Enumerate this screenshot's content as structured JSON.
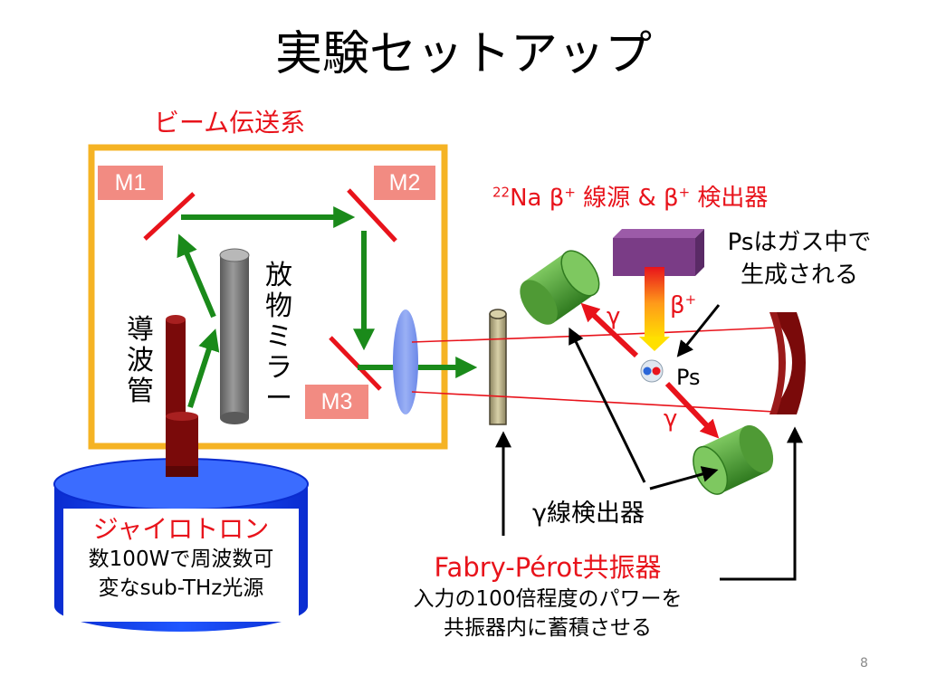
{
  "title": "実験セットアップ",
  "beam_system_label": "ビーム伝送系",
  "mirrors": {
    "m1": "M1",
    "m2": "M2",
    "m3": "M3"
  },
  "parabolic_mirror_label": "放物ミラー",
  "waveguide_label": "導波管",
  "gyrotron": {
    "name": "ジャイロトロン",
    "line1": "数100Wで周波数可",
    "line2": "変なsub-THz光源"
  },
  "source_label": {
    "mass": "22",
    "element": "Na β",
    "sup1": "+",
    "mid": " 線源 & β",
    "sup2": "+",
    "tail": " 検出器"
  },
  "ps_note": {
    "line1": "Psはガス中で",
    "line2": "生成される"
  },
  "beta_plus": {
    "base": "β",
    "sup": "+"
  },
  "gamma_top": "γ",
  "gamma_bottom": "γ",
  "ps_label": "Ps",
  "gamma_detector_label": "γ線検出器",
  "fabry_perot": {
    "name": "Fabry-Pérot共振器",
    "line1": "入力の100倍程度のパワーを",
    "line2": "共振器内に蓄積させる"
  },
  "page_number": "8",
  "colors": {
    "accent_red": "#e8131b",
    "box_orange": "#f5b324",
    "arrow_green": "#1a8a1a",
    "gyrotron_blue": "#0a3cf0",
    "waveguide": "#7a0a0a"
  }
}
